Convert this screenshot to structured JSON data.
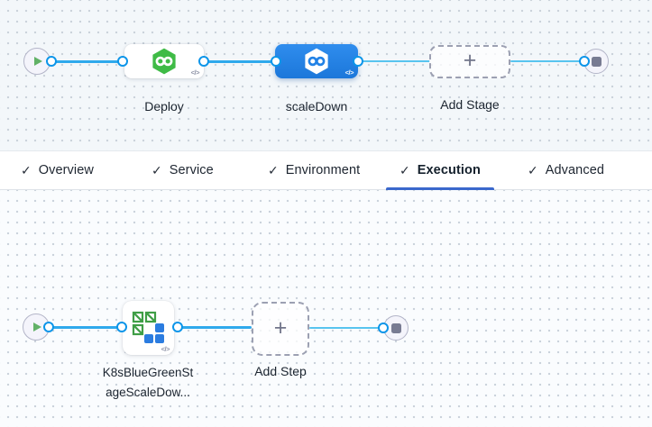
{
  "stage_graph": {
    "stages": [
      {
        "label": "Deploy",
        "selected": false
      },
      {
        "label": "scaleDown",
        "selected": true
      }
    ],
    "add_stage": {
      "label": "Add Stage"
    }
  },
  "tab_bar": {
    "tabs": [
      {
        "label": "Overview",
        "checked": true
      },
      {
        "label": "Service",
        "checked": true
      },
      {
        "label": "Environment",
        "checked": true
      },
      {
        "label": "Execution",
        "checked": true,
        "active": true
      },
      {
        "label": "Advanced",
        "checked": true
      }
    ]
  },
  "execution_graph": {
    "steps": [
      {
        "label_line1": "K8sBlueGreenSt",
        "label_line2": "ageScaleDow..."
      }
    ],
    "add_step": {
      "label": "Add Step"
    }
  },
  "icons": {
    "check": "✓",
    "plus": "+",
    "code": "</>"
  },
  "colors": {
    "selected_stage_blue": "#2282e6",
    "edge_blue": "#2fa9ec",
    "edge_light_blue": "#58c4ef",
    "tab_underline_blue": "#3a68cc",
    "stage_icon_green": "#3fbb46",
    "step_icon_green": "#3f9e46",
    "step_icon_blue": "#2b7ce0",
    "canvas_top_bg": "#f3f7fa",
    "canvas_bottom_bg": "#fafcfe"
  }
}
